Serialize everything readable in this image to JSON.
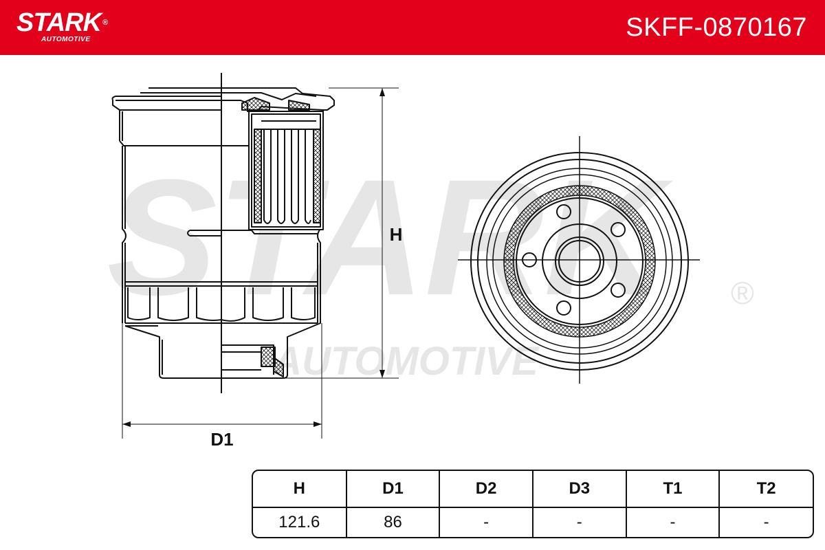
{
  "header": {
    "brand": "STARK",
    "brand_sub": "AUTOMOTIVE",
    "part_number": "SKFF-0870167",
    "color": "#e2001a"
  },
  "watermark": {
    "main": "STARK",
    "sub": "AUTOMOTIVE",
    "registered": "®"
  },
  "drawing": {
    "dimension_labels": {
      "height": "H",
      "diameter": "D1"
    }
  },
  "specs": {
    "headers": [
      "H",
      "D1",
      "D2",
      "D3",
      "T1",
      "T2"
    ],
    "values": [
      "121.6",
      "86",
      "-",
      "-",
      "-",
      "-"
    ]
  }
}
